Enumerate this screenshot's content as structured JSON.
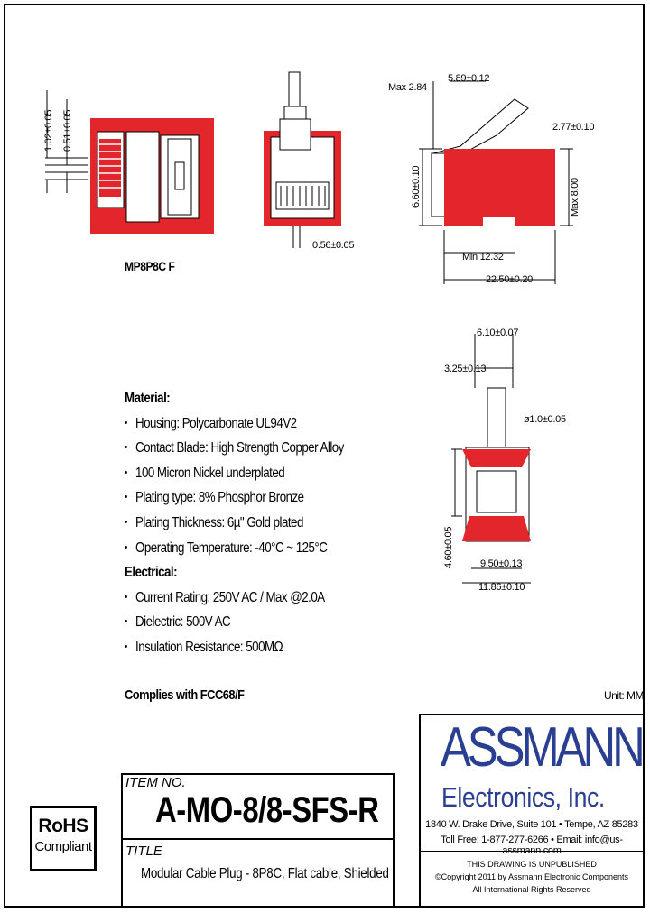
{
  "drawing": {
    "model_label": "MP8P8C F",
    "dims": {
      "d1": "1.02±0.05",
      "d2": "0.51±0.05",
      "d3": "0.56±0.05",
      "d4": "Max 2.84",
      "d5": "5.89±0.12",
      "d6": "2.77±0.10",
      "d7": "6.60±0.10",
      "d8": "Max 8.00",
      "d9": "Min 12.32",
      "d10": "22.50±0.20",
      "d11": "6.10±0.07",
      "d12": "3.25±0.13",
      "d13": "ø1.0±0.05",
      "d14": "4.60±0.05",
      "d15": "9.50±0.13",
      "d16": "11.86±0.10"
    }
  },
  "specs": {
    "material_heading": "Material:",
    "material": [
      "Housing: Polycarbonate UL94V2",
      "Contact Blade: High Strength Copper Alloy",
      "100 Micron Nickel underplated",
      "Plating type: 8% Phosphor Bronze",
      "Plating Thickness: 6µ\" Gold plated",
      "Operating Temperature: -40°C ~ 125°C"
    ],
    "electrical_heading": "Electrical:",
    "electrical": [
      "Current Rating: 250V AC / Max @2.0A",
      "Dielectric: 500V AC",
      "Insulation Resistance: 500MΩ"
    ],
    "compliance": "Complies with FCC68/F",
    "unit": "Unit: MM"
  },
  "title_block": {
    "item_label": "ITEM NO.",
    "item_no": "A-MO-8/8-SFS-R",
    "title_label": "TITLE",
    "title": "Modular Cable Plug - 8P8C, Flat cable, Shielded",
    "rohs_line1": "RoHS",
    "rohs_line2": "Compliant",
    "brand": "ASSMANN",
    "brand_sub": "Electronics, Inc.",
    "address": "1840 W. Drake Drive, Suite 101 • Tempe, AZ 85283",
    "contact": "Toll Free: 1-877-277-6266 • Email: info@us-assmann.com",
    "legal1": "THIS DRAWING IS UNPUBLISHED",
    "legal2": "©Copyright 2011 by Assmann Electronic Components",
    "legal3": "All International Rights Reserved"
  },
  "colors": {
    "accent": "#e3262b",
    "brand": "#2a3f92"
  }
}
